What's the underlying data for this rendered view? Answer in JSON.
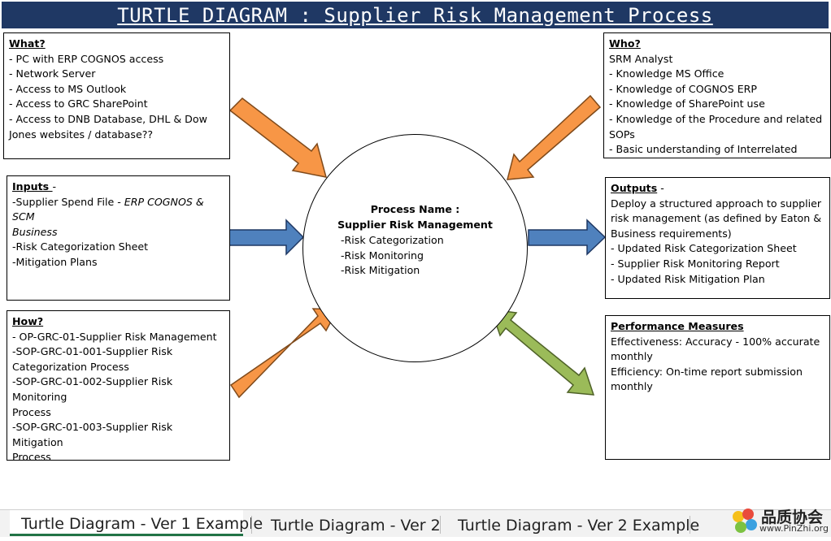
{
  "title": "TURTLE DIAGRAM : Supplier Risk Management Process",
  "what": {
    "heading": "What?",
    "lines": [
      "- PC with ERP COGNOS access",
      "- Network Server",
      "- Access to MS Outlook",
      "- Access to GRC SharePoint",
      "- Access to DNB Database, DHL & Dow",
      "Jones websites / database??"
    ]
  },
  "who": {
    "heading": "Who?",
    "lines": [
      "SRM Analyst",
      "- Knowledge MS Office",
      "- Knowledge of COGNOS ERP",
      "- Knowledge of SharePoint use",
      "- Knowledge of the Procedure and related",
      "SOPs",
      "- Basic understanding of Interrelated"
    ]
  },
  "inputs": {
    "heading": "Inputs ",
    "heading_suffix": "-",
    "line1_plain": "-Supplier Spend File - ",
    "line1_italic": "ERP COGNOS & SCM",
    "line2_italic": "Business",
    "lines": [
      "-Risk Categorization Sheet",
      "-Mitigation Plans"
    ]
  },
  "outputs": {
    "heading": "Outputs",
    "heading_suffix": " -",
    "lines": [
      "Deploy a structured approach to supplier",
      "risk management (as defined by Eaton &",
      "Business requirements)",
      "- Updated Risk Categorization Sheet",
      "- Supplier Risk Monitoring Report",
      "- Updated Risk Mitigation Plan"
    ]
  },
  "how": {
    "heading": "How?",
    "lines": [
      "- OP-GRC-01-Supplier Risk Management",
      "-SOP-GRC-01-001-Supplier Risk",
      "Categorization Process",
      "-SOP-GRC-01-002-Supplier Risk Monitoring",
      "Process",
      "-SOP-GRC-01-003-Supplier Risk Mitigation",
      "Process"
    ]
  },
  "performance": {
    "heading": "Performance Measures",
    "lines": [
      "Effectiveness: Accuracy - 100% accurate",
      "monthly",
      "Efficiency: On-time report submission",
      "monthly"
    ]
  },
  "process": {
    "label": "Process Name :",
    "name": "Supplier Risk Management",
    "steps": [
      "-Risk Categorization",
      "-Risk Monitoring",
      "-Risk Mitigation"
    ]
  },
  "colors": {
    "orange": "#f79646",
    "blue": "#4f81bd",
    "green": "#9bbb59",
    "title_bg": "#1f3864"
  },
  "tabs": [
    "Turtle Diagram - Ver 1 Example",
    "Turtle Diagram - Ver 2",
    "Turtle Diagram - Ver 2 Example"
  ],
  "logo": {
    "text": "品质协会",
    "url": "www.PinZhi.org"
  }
}
